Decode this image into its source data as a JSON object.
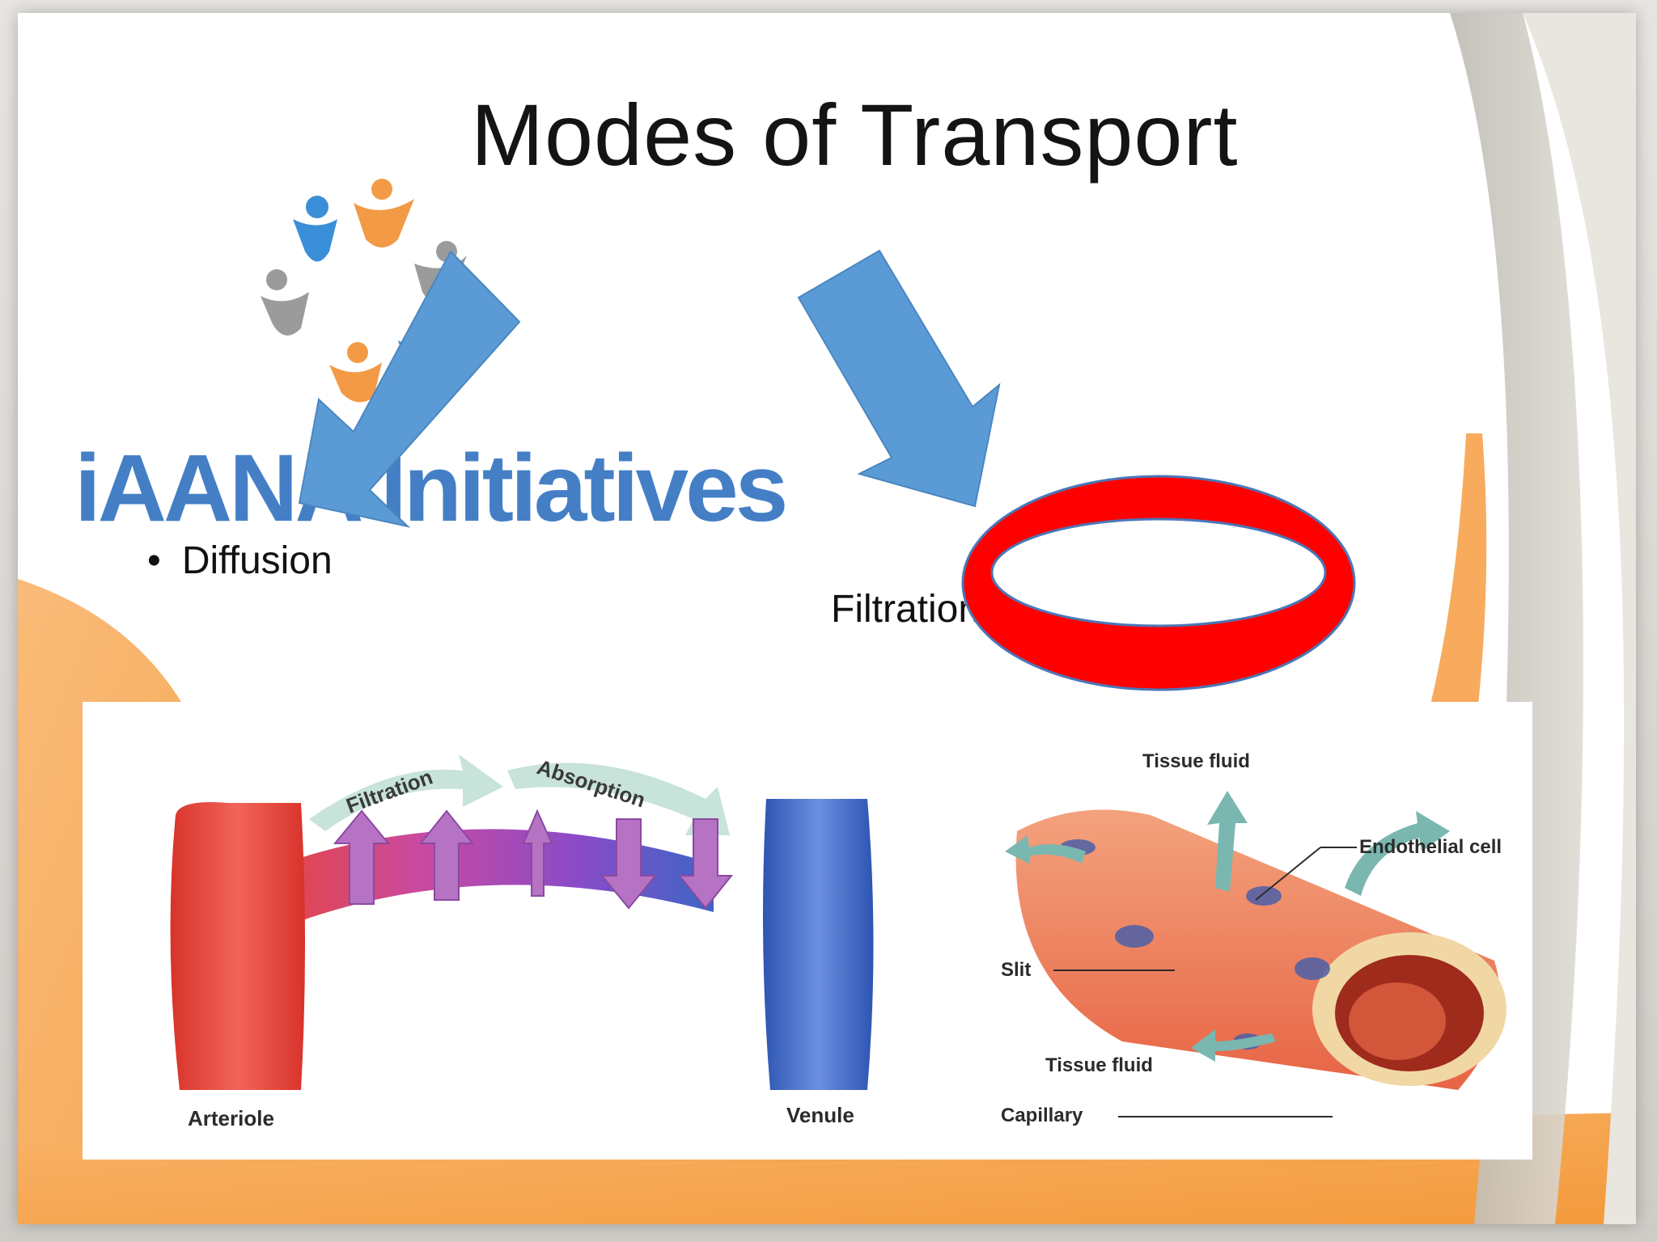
{
  "slide": {
    "title": "Modes of Transport",
    "logo": {
      "text": "iAANA Initiatives"
    },
    "bullets": [
      "Diffusion"
    ],
    "secondary_label": "Filtration",
    "diagram_left": {
      "labels": {
        "filtration": "Filtration",
        "absorption": "Absorption",
        "arteriole": "Arteriole",
        "venule": "Venule"
      }
    },
    "diagram_right": {
      "labels": {
        "tissue_fluid_top": "Tissue fluid",
        "endothelial_cell": "Endothelial cell",
        "slit": "Slit",
        "tissue_fluid_bottom": "Tissue fluid",
        "capillary": "Capillary"
      }
    }
  },
  "colors": {
    "arrow_blue": "#5b9bd5",
    "ring_red": "#ff0000",
    "orange_accent": "#f7a24b",
    "arteriole_red": "#e8443a",
    "venule_blue": "#3b66c6",
    "logo_blue": "#3a79c4"
  },
  "icons": [
    "person-figure-icon",
    "arrow-down-left",
    "arrow-down-right",
    "red-ring"
  ]
}
